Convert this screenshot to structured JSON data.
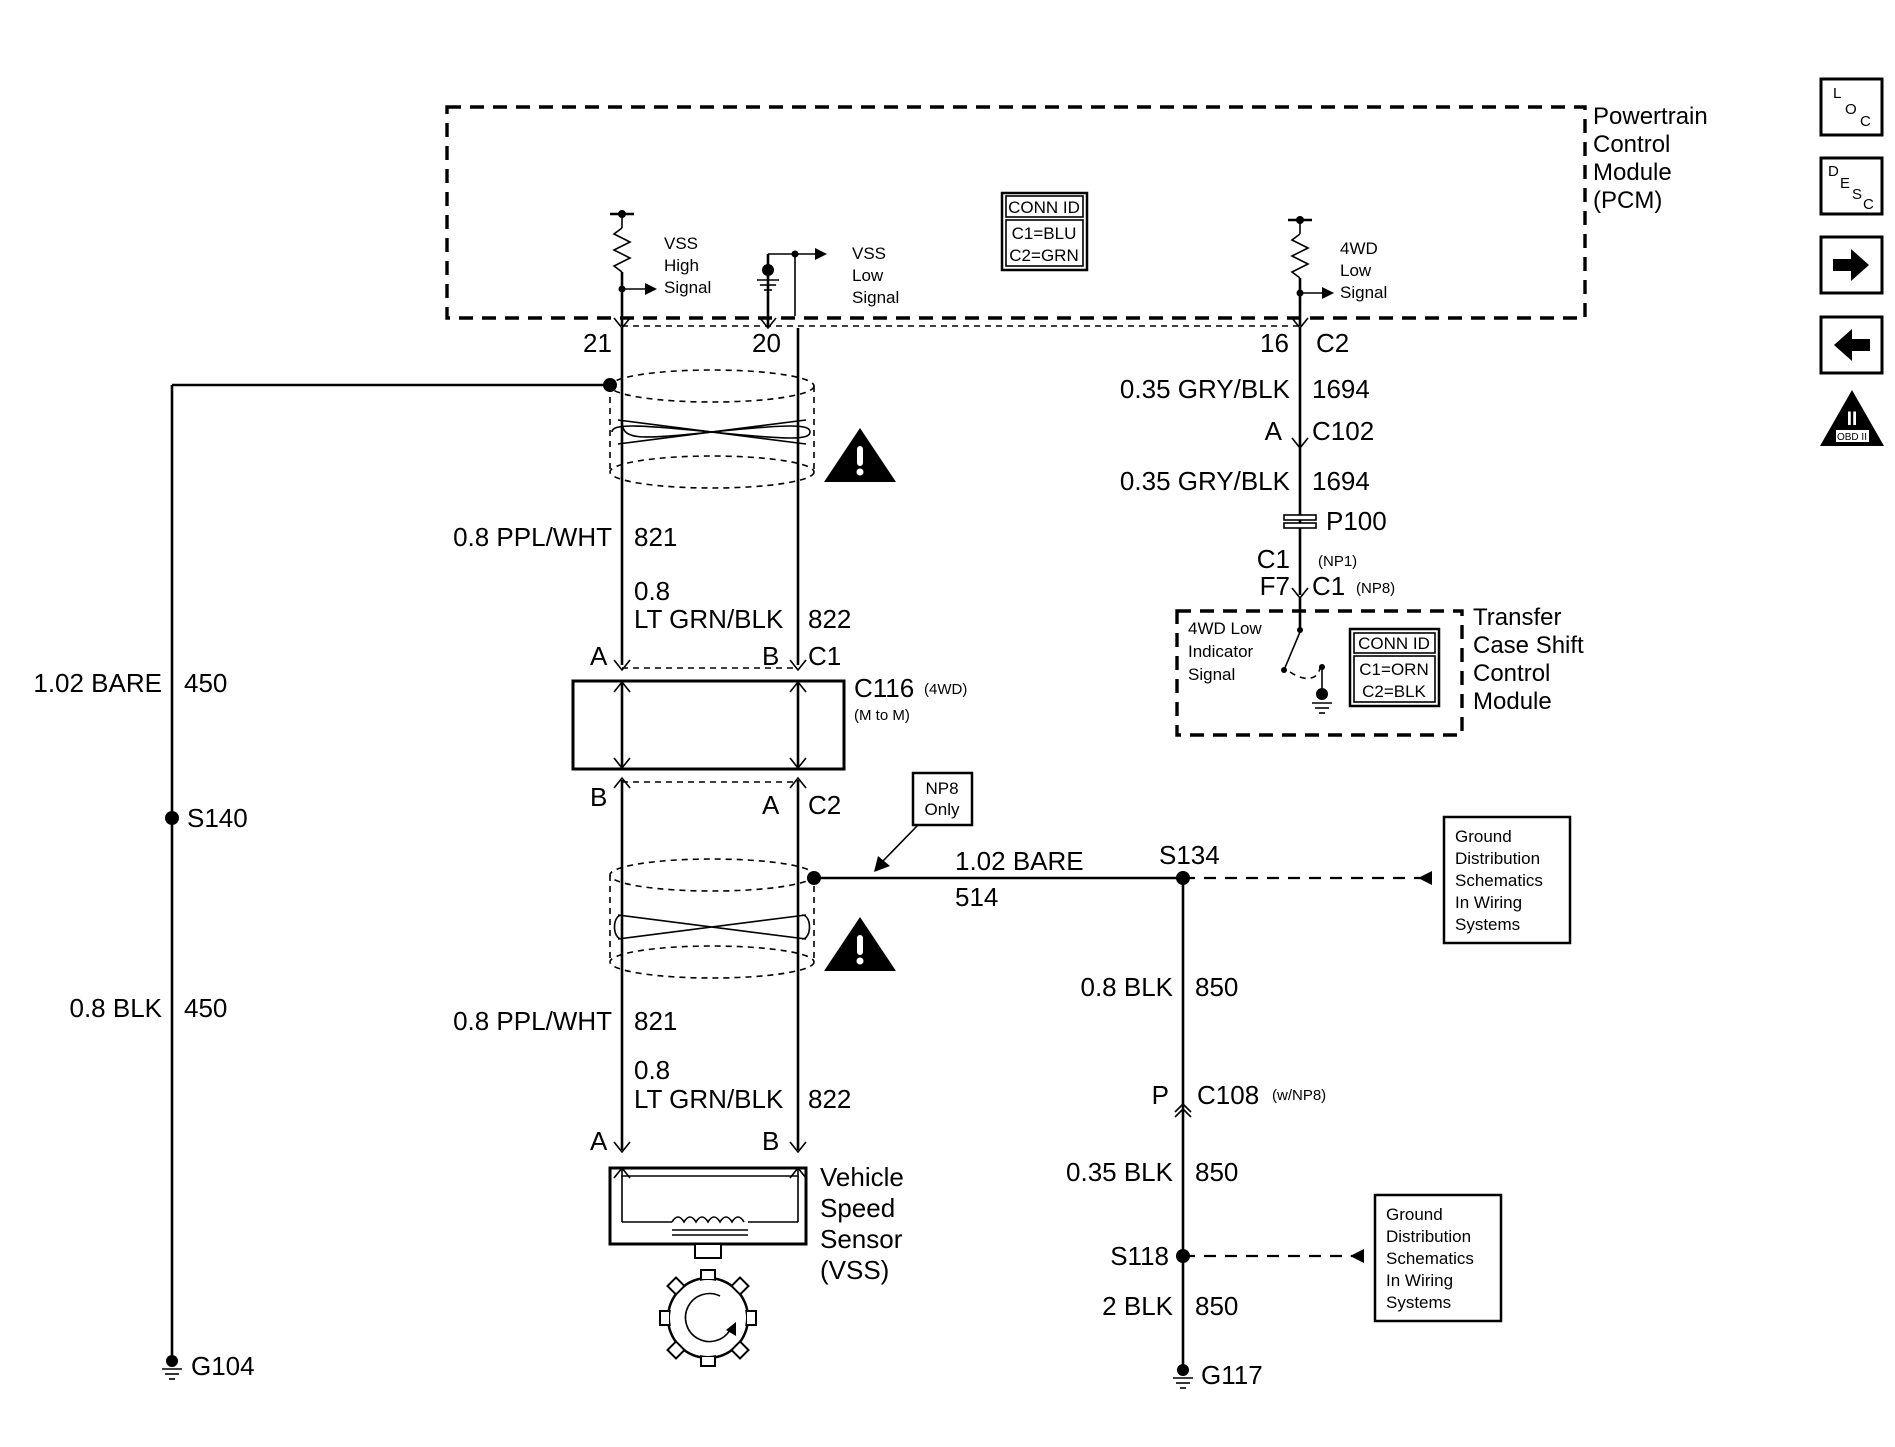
{
  "pcm": {
    "name_lines": [
      "Powertrain",
      "Control",
      "Module",
      "(PCM)"
    ],
    "conn_id": {
      "title": "CONN ID",
      "lines": [
        "C1=BLU",
        "C2=GRN"
      ]
    },
    "vss_high_signal": [
      "VSS",
      "High",
      "Signal"
    ],
    "vss_low_signal": [
      "VSS",
      "Low",
      "Signal"
    ],
    "fourwd_low_signal": [
      "4WD",
      "Low",
      "Signal"
    ],
    "pin_21": "21",
    "pin_20": "20",
    "pin_16": "16",
    "pin_c2": "C2"
  },
  "wires": {
    "gry_blk_a": {
      "gauge_color": "0.35 GRY/BLK",
      "circuit": "1694"
    },
    "gry_blk_b": {
      "gauge_color": "0.35 GRY/BLK",
      "circuit": "1694"
    },
    "ppl_wht_top": {
      "gauge_color": "0.8 PPL/WHT",
      "circuit": "821"
    },
    "lt_grn_blk_top": {
      "gauge": "0.8",
      "color": "LT GRN/BLK",
      "circuit": "822"
    },
    "bare_450": {
      "gauge_color": "1.02 BARE",
      "circuit": "450"
    },
    "blk_450": {
      "gauge_color": "0.8 BLK",
      "circuit": "450"
    },
    "ppl_wht_bottom": {
      "gauge_color": "0.8 PPL/WHT",
      "circuit": "821"
    },
    "lt_grn_blk_bottom": {
      "gauge": "0.8",
      "color": "LT GRN/BLK",
      "circuit": "822"
    },
    "bare_514": {
      "gauge_color": "1.02 BARE",
      "circuit": "514"
    },
    "blk_850_a": {
      "gauge_color": "0.8 BLK",
      "circuit": "850"
    },
    "blk_850_b": {
      "gauge_color": "0.35 BLK",
      "circuit": "850"
    },
    "blk_850_c": {
      "gauge_color": "2 BLK",
      "circuit": "850"
    }
  },
  "connectors": {
    "c102": {
      "pin": "A",
      "name": "C102"
    },
    "p100": {
      "name": "P100"
    },
    "tcsc_pins": {
      "c1": "C1",
      "np1": "(NP1)",
      "f7": "F7",
      "c1b": "C1",
      "np8": "(NP8)"
    },
    "c116_top": {
      "pin_a": "A",
      "pin_b": "B",
      "side": "C1"
    },
    "c116": {
      "name": "C116",
      "note1": "(4WD)",
      "note2": "(M to M)"
    },
    "c116_bottom": {
      "pin_b": "B",
      "pin_a": "A",
      "side": "C2"
    },
    "c108": {
      "pin": "P",
      "name": "C108",
      "note": "(w/NP8)"
    },
    "vss_pins": {
      "pin_a": "A",
      "pin_b": "B"
    }
  },
  "transfer_case": {
    "name_lines": [
      "Transfer",
      "Case Shift",
      "Control",
      "Module"
    ],
    "signal": [
      "4WD Low",
      "Indicator",
      "Signal"
    ],
    "conn_id": {
      "title": "CONN ID",
      "lines": [
        "C1=ORN",
        "C2=BLK"
      ]
    }
  },
  "splices": {
    "s140": "S140",
    "s134": "S134",
    "s118": "S118"
  },
  "grounds": {
    "g104": "G104",
    "g117": "G117"
  },
  "np8_only": [
    "NP8",
    "Only"
  ],
  "ground_dist_ref": [
    "Ground",
    "Distribution",
    "Schematics",
    "In Wiring",
    "Systems"
  ],
  "vss": {
    "name_lines": [
      "Vehicle",
      "Speed",
      "Sensor",
      "(VSS)"
    ]
  },
  "nav": {
    "loc": {
      "l": "L",
      "o": "O",
      "c": "C"
    },
    "desc": {
      "d": "D",
      "e": "E",
      "s": "S",
      "c": "C"
    },
    "obd": {
      "roman": "II",
      "label": "OBD II"
    }
  }
}
